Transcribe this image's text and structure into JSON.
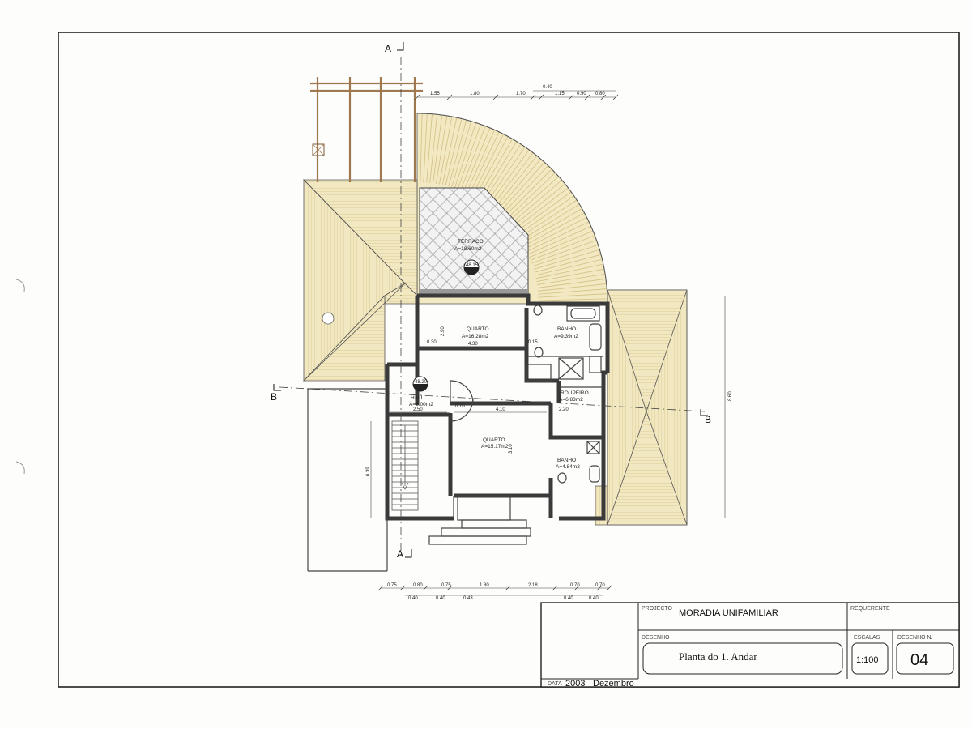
{
  "plan": {
    "section_a": "A",
    "section_b": "B",
    "rooms": [
      {
        "name": "TERRACO",
        "area": "A=18.60m2"
      },
      {
        "name": "QUARTO",
        "area": "A=16.28m2"
      },
      {
        "name": "BANHO",
        "area": "A=9.39m2"
      },
      {
        "name": "ROUPEIRO",
        "area": "A=6.83m2"
      },
      {
        "name": "HALL",
        "area": "A=6.00m2"
      },
      {
        "name": "QUARTO",
        "area": "A=15.17m2"
      },
      {
        "name": "BANHO",
        "area": "A=4.84m2"
      }
    ],
    "levels": [
      "48.15",
      "48.20"
    ],
    "dims_top": [
      "1.55",
      "1.80",
      "0.40",
      "1.70",
      "1.15",
      "0.90",
      "0.80"
    ],
    "dims_bottom": [
      "0.75",
      "0.80",
      "0.75",
      "1.80",
      "2.18",
      "0.70",
      "0.70"
    ],
    "dims_bottom2": [
      "0.40",
      "0.40",
      "0.43",
      "0.40",
      "0.40"
    ],
    "dims_inner": [
      "4.30",
      "4.10",
      "2.50",
      "2.20",
      "2.90",
      "3.10",
      "8.60",
      "6.39",
      "0.30",
      "0.15",
      "0.10"
    ]
  },
  "titleblock": {
    "projecto_label": "PROJECTO",
    "projecto_value": "MORADIA UNIFAMILIAR",
    "requerente_label": "REQUERENTE",
    "desenho_label": "DESENHO",
    "desenho_value": "Planta do 1. Andar",
    "escalas_label": "ESCALAS",
    "escalas_value": "1:100",
    "desenho_n_label": "DESENHO N.",
    "desenho_n_value": "04",
    "data_label": "DATA",
    "data_value": "2003",
    "data_month": "Dezembro"
  },
  "colors": {
    "roof": "#eee3b8",
    "roof_line": "#d8c68a",
    "wood": "#a07850",
    "wall": "#3a3a3a"
  }
}
